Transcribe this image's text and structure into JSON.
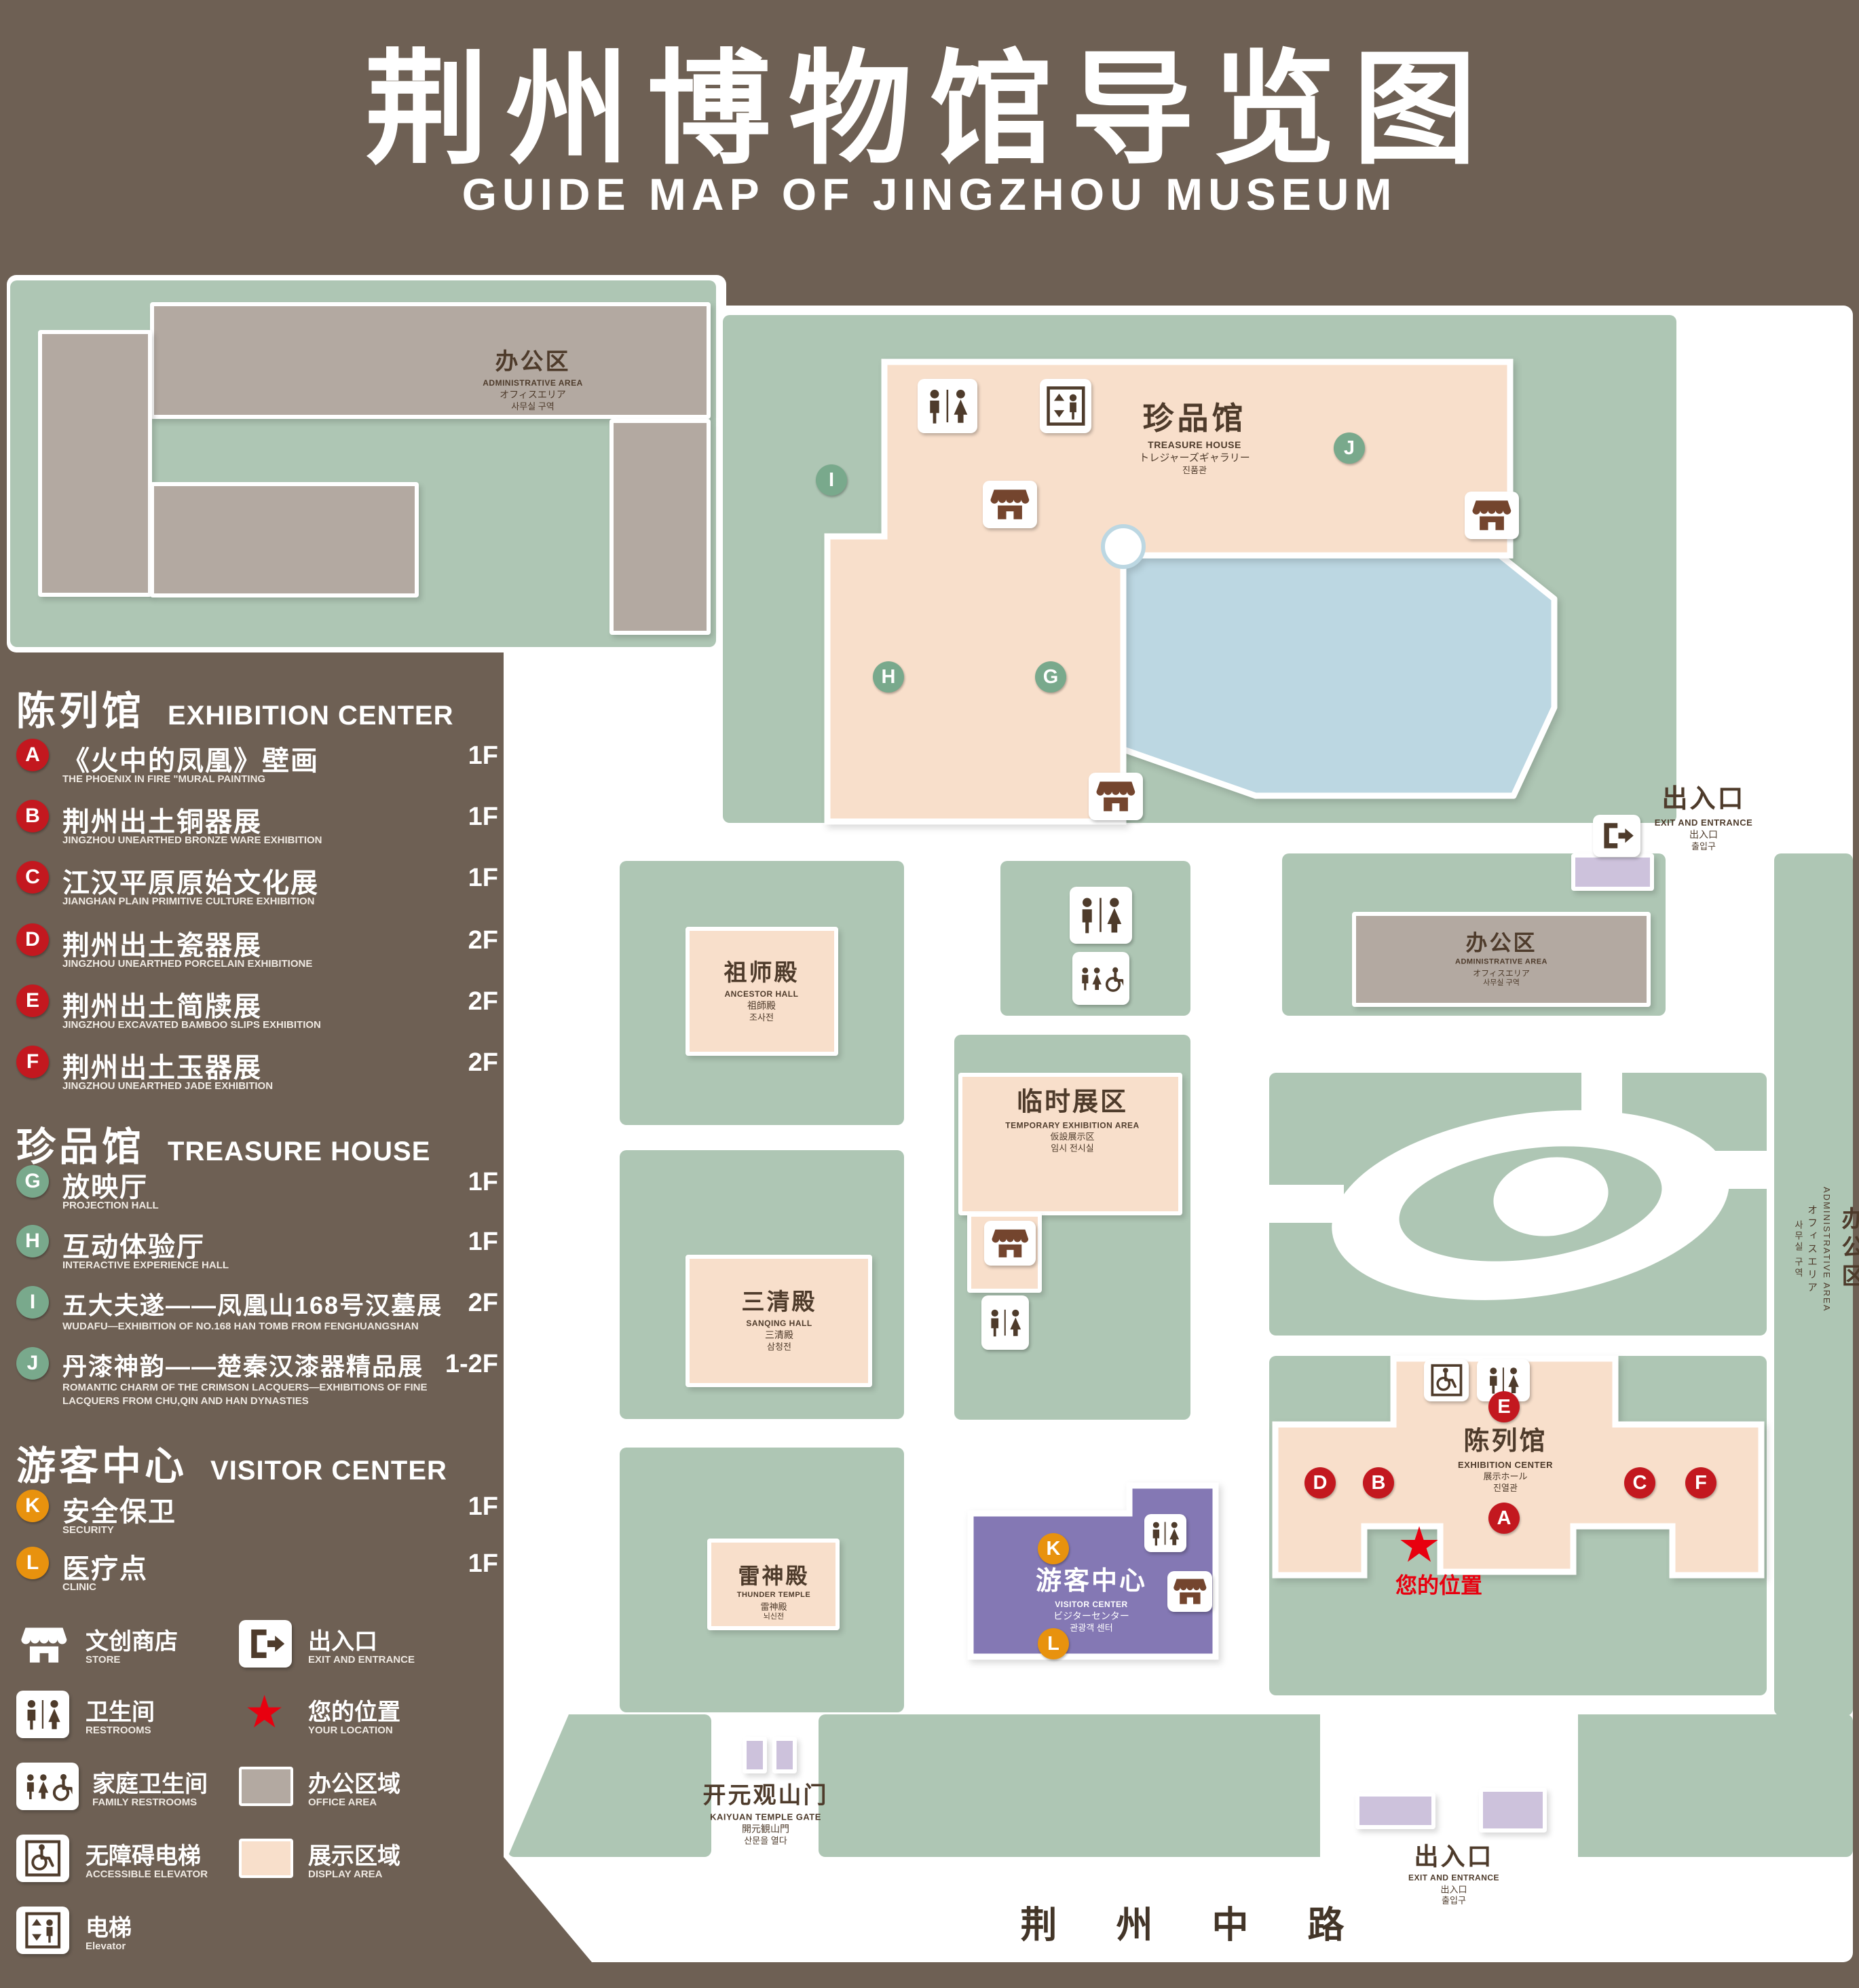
{
  "colors": {
    "background": "#6e6054",
    "lawn": "#aec6b4",
    "display_area": "#f8dfcb",
    "office_area": "#b3a9a1",
    "visitor_center": "#8478b4",
    "entrance": "#cdc2dc",
    "water": "#bcd7e2",
    "pin_red": "#c3181f",
    "pin_green": "#79a98c",
    "pin_orange": "#e8920e",
    "location_red": "#e8000f"
  },
  "glyphs": {
    "star": "★"
  },
  "header": {
    "title": "荆州博物馆导览图",
    "subtitle": "GUIDE MAP OF JINGZHOU MUSEUM"
  },
  "sidebar": {
    "sections": [
      {
        "zh": "陈列馆",
        "en": "EXHIBITION CENTER",
        "items": [
          {
            "letter": "A",
            "zh": "《火中的凤凰》壁画",
            "en": "THE PHOENIX IN FIRE \"MURAL PAINTING",
            "floor": "1F"
          },
          {
            "letter": "B",
            "zh": "荆州出土铜器展",
            "en": "JINGZHOU UNEARTHED BRONZE WARE EXHIBITION",
            "floor": "1F"
          },
          {
            "letter": "C",
            "zh": "江汉平原原始文化展",
            "en": "JIANGHAN PLAIN PRIMITIVE CULTURE EXHIBITION",
            "floor": "1F"
          },
          {
            "letter": "D",
            "zh": "荆州出土瓷器展",
            "en": "JINGZHOU UNEARTHED PORCELAIN EXHIBITIONE",
            "floor": "2F"
          },
          {
            "letter": "E",
            "zh": "荆州出土简牍展",
            "en": "JINGZHOU EXCAVATED BAMBOO SLIPS EXHIBITION",
            "floor": "2F"
          },
          {
            "letter": "F",
            "zh": "荆州出土玉器展",
            "en": "JINGZHOU UNEARTHED JADE EXHIBITION",
            "floor": "2F"
          }
        ]
      },
      {
        "zh": "珍品馆",
        "en": "TREASURE HOUSE",
        "items": [
          {
            "letter": "G",
            "zh": "放映厅",
            "en": "PROJECTION HALL",
            "floor": "1F"
          },
          {
            "letter": "H",
            "zh": "互动体验厅",
            "en": "INTERACTIVE EXPERIENCE HALL",
            "floor": "1F"
          },
          {
            "letter": "I",
            "zh": "五大夫遂——凤凰山168号汉墓展",
            "en": "WUDAFU—EXHIBITION OF NO.168 HAN TOMB FROM FENGHUANGSHAN",
            "floor": "2F"
          },
          {
            "letter": "J",
            "zh": "丹漆神韵——楚秦汉漆器精品展",
            "en": "ROMANTIC CHARM OF THE CRIMSON LACQUERS—EXHIBITIONS OF FINE LACQUERS FROM CHU,QIN AND HAN DYNASTIES",
            "floor": "1-2F"
          }
        ]
      },
      {
        "zh": "游客中心",
        "en": "VISITOR CENTER",
        "items": [
          {
            "letter": "K",
            "zh": "安全保卫",
            "en": "SECURITY",
            "floor": "1F"
          },
          {
            "letter": "L",
            "zh": "医疗点",
            "en": "CLINIC",
            "floor": "1F"
          }
        ]
      }
    ],
    "legend": [
      {
        "icon": "store-icon",
        "zh": "文创商店",
        "en": "STORE"
      },
      {
        "icon": "exit-icon",
        "zh": "出入口",
        "en": "EXIT AND ENTRANCE"
      },
      {
        "icon": "restroom-icon",
        "zh": "卫生间",
        "en": "RESTROOMS"
      },
      {
        "icon": "location-star-icon",
        "zh": "您的位置",
        "en": "YOUR LOCATION"
      },
      {
        "icon": "family-restroom-icon",
        "zh": "家庭卫生间",
        "en": "FAMILY RESTROOMS"
      },
      {
        "icon": "office-area-swatch",
        "zh": "办公区域",
        "en": "OFFICE AREA"
      },
      {
        "icon": "accessible-elevator-icon",
        "zh": "无障碍电梯",
        "en": "ACCESSIBLE ELEVATOR"
      },
      {
        "icon": "display-area-swatch",
        "zh": "展示区域",
        "en": "DISPLAY AREA"
      },
      {
        "icon": "elevator-icon",
        "zh": "电梯",
        "en": "Elevator"
      }
    ]
  },
  "map": {
    "admin_top": {
      "zh": "办公区",
      "en": "ADMINISTRATIVE AREA",
      "ja": "オフィスエリア",
      "ko": "사무실 구역"
    },
    "treasure": {
      "zh": "珍品馆",
      "en": "TREASURE HOUSE",
      "ja": "トレジャーズギャラリー",
      "ko": "진품관"
    },
    "exit_right": {
      "zh": "出入口",
      "en": "EXIT AND ENTRANCE",
      "ja": "出入口",
      "ko": "출입구"
    },
    "admin_right": {
      "zh": "办公区",
      "en": "ADMINISTRATIVE AREA",
      "ja": "オフィスエリア",
      "ko": "사무실 구역"
    },
    "admin_side": {
      "zh": "办公区",
      "en": "ADMINISTRATIVE AREA",
      "ja": "オフィスエリア",
      "ko": "사무실 구역"
    },
    "ancestor": {
      "zh": "祖师殿",
      "en": "ANCESTOR HALL",
      "ja": "祖師殿",
      "ko": "조사전"
    },
    "temporary": {
      "zh": "临时展区",
      "en": "TEMPORARY EXHIBITION AREA",
      "ja": "仮設展示区",
      "ko": "임시 전시실"
    },
    "sanqing": {
      "zh": "三清殿",
      "en": "SANQING HALL",
      "ja": "三清殿",
      "ko": "삼청전"
    },
    "thunder": {
      "zh": "雷神殿",
      "en": "THUNDER TEMPLE",
      "ja": "雷神殿",
      "ko": "뇌신전"
    },
    "exhibition": {
      "zh": "陈列馆",
      "en": "EXHIBITION CENTER",
      "ja": "展示ホール",
      "ko": "진열관"
    },
    "visitor": {
      "zh": "游客中心",
      "en": "VISITOR CENTER",
      "ja": "ビジターセンター",
      "ko": "관광객 센터"
    },
    "gate": {
      "zh": "开元观山门",
      "en": "KAIYUAN TEMPLE GATE",
      "ja": "開元観山門",
      "ko": "산문을 열다"
    },
    "exit_bottom": {
      "zh": "出入口",
      "en": "EXIT AND ENTRANCE",
      "ja": "出入口",
      "ko": "출입구"
    },
    "road": "荆 州 中 路",
    "your_location": "您的位置",
    "pins": {
      "A": "A",
      "B": "B",
      "C": "C",
      "D": "D",
      "E": "E",
      "F": "F",
      "G": "G",
      "H": "H",
      "I": "I",
      "J": "J",
      "K": "K",
      "L": "L"
    }
  }
}
